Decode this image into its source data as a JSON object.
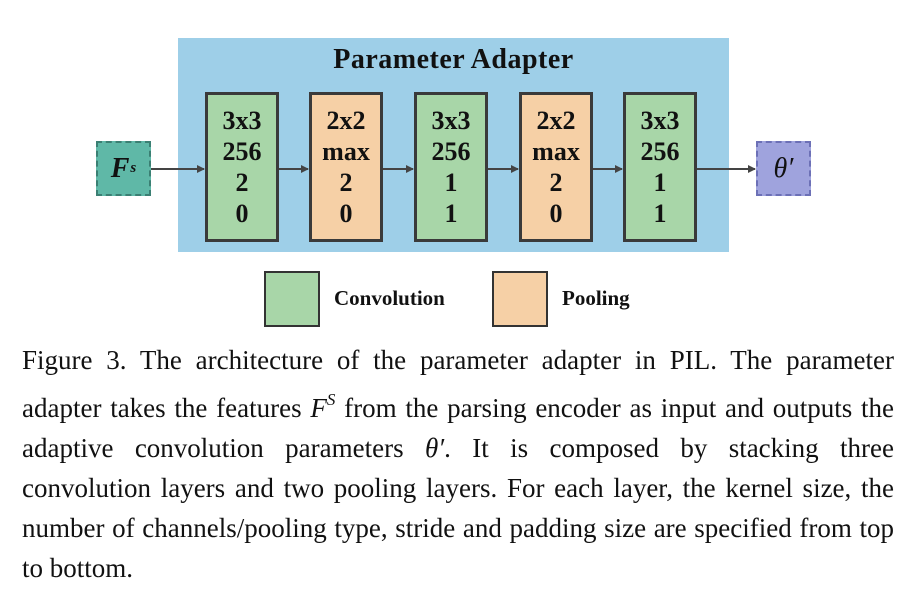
{
  "diagram": {
    "title": "Parameter Adapter",
    "input_label": "F",
    "input_superscript": "s",
    "output_label": "θ′",
    "layers": [
      {
        "type": "conv",
        "kernel": "3x3",
        "channels": "256",
        "stride": "2",
        "padding": "0"
      },
      {
        "type": "pool",
        "kernel": "2x2",
        "channels": "max",
        "stride": "2",
        "padding": "0"
      },
      {
        "type": "conv",
        "kernel": "3x3",
        "channels": "256",
        "stride": "1",
        "padding": "1"
      },
      {
        "type": "pool",
        "kernel": "2x2",
        "channels": "max",
        "stride": "2",
        "padding": "0"
      },
      {
        "type": "conv",
        "kernel": "3x3",
        "channels": "256",
        "stride": "1",
        "padding": "1"
      }
    ],
    "legend": {
      "conv_label": "Convolution",
      "pool_label": "Pooling"
    }
  },
  "colors": {
    "adapter_background": "#9ecfe8",
    "convolution": "#a8d6a8",
    "pooling": "#f6d0a6",
    "input": "#5fb8a7",
    "output": "#9fa3dd"
  },
  "caption": {
    "part1": "Figure 3. The architecture of the parameter adapter in PIL. The parameter adapter takes the features ",
    "feat_symbol": "F",
    "feat_superscript": "S",
    "part2": " from the parsing encoder as input and outputs the adaptive convolution parameters ",
    "theta_symbol": "θ′",
    "part3": ". It is composed by stacking three convolution layers and two pooling layers. For each layer, the kernel size, the number of channels/pooling type, stride and padding size are specified from top to bottom."
  }
}
